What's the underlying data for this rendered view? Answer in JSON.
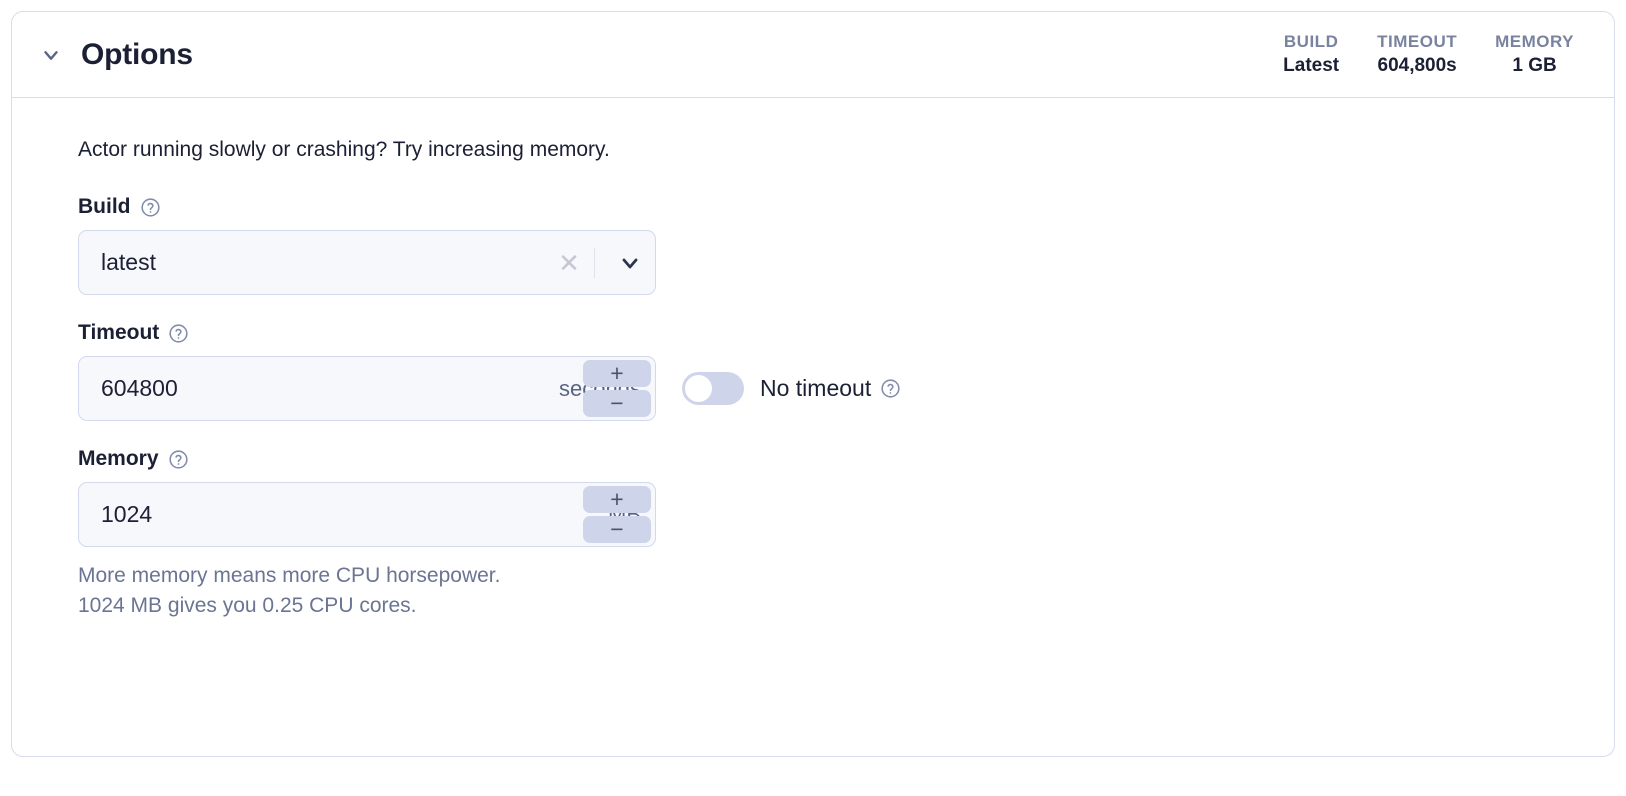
{
  "panel": {
    "title": "Options",
    "collapse_icon": "chevron-down-icon",
    "expanded": true
  },
  "header_stats": [
    {
      "label": "BUILD",
      "value": "Latest"
    },
    {
      "label": "TIMEOUT",
      "value": "604,800s"
    },
    {
      "label": "MEMORY",
      "value": "1 GB"
    }
  ],
  "body": {
    "intro": "Actor running slowly or crashing? Try increasing memory.",
    "build": {
      "label": "Build",
      "help_icon": "help-circle-icon",
      "value": "latest",
      "placeholder": "latest",
      "clear_icon": "close-icon",
      "dropdown_icon": "chevron-down-icon"
    },
    "timeout": {
      "label": "Timeout",
      "help_icon": "help-circle-icon",
      "value": "604800",
      "unit": "seconds",
      "increment_label": "+",
      "decrement_label": "−",
      "no_timeout": {
        "label": "No timeout",
        "help_icon": "help-circle-icon",
        "enabled": false
      }
    },
    "memory": {
      "label": "Memory",
      "help_icon": "help-circle-icon",
      "value": "1024",
      "unit": "MB",
      "increment_label": "+",
      "decrement_label": "−",
      "helper_line_1": "More memory means more CPU horsepower.",
      "helper_line_2": "1024 MB gives you 0.25 CPU cores."
    }
  },
  "colors": {
    "card_border": "#d8dcec",
    "input_bg": "#f7f8fc",
    "input_border": "#d3d9ec",
    "stepper_bg": "#ced4ea",
    "text_primary": "#1b2034",
    "text_muted": "#6b7593",
    "stat_label": "#79839f"
  }
}
